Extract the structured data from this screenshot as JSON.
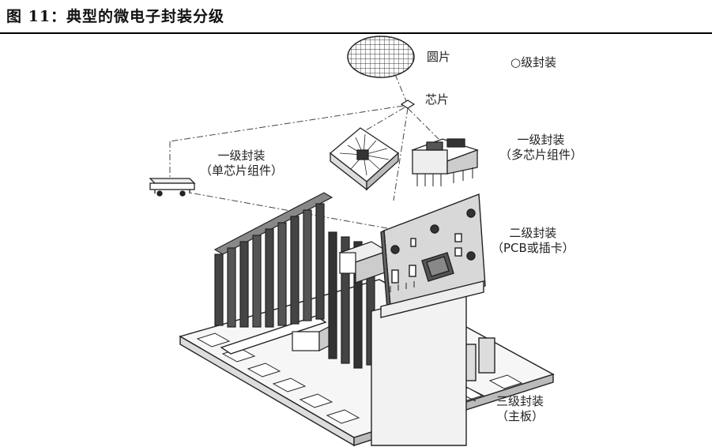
{
  "figure": {
    "title": "图  11：典型的微电子封装分级"
  },
  "labels": {
    "wafer": "圆片",
    "chip": "芯片",
    "level0": "○级封装",
    "level1_multi_line1": "一级封装",
    "level1_multi_line2": "（多芯片组件）",
    "level1_single_line1": "一级封装",
    "level1_single_line2": "（单芯片组件）",
    "level2_line1": "二级封装",
    "level2_line2": "（PCB或插卡）",
    "level3_line1": "三级封装",
    "level3_line2": "（主板）"
  }
}
